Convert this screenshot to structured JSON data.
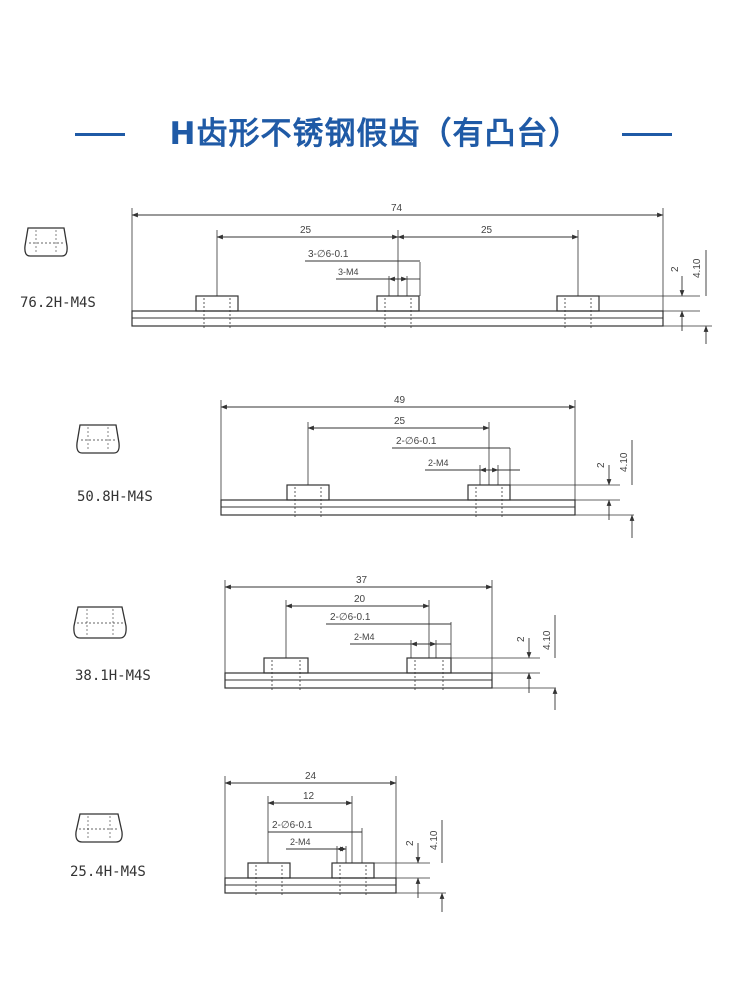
{
  "title": "H齿形不锈钢假齿（有凸台）",
  "colors": {
    "title": "#1f5aa6",
    "drawing": "#333333"
  },
  "parts": [
    {
      "model": "76.2H-M4S",
      "overall": "74",
      "pitch_left": "25",
      "pitch_right": "25",
      "holes": "3-∅6-0.1",
      "threads": "3-M4",
      "height_small": "2",
      "height_total": "4.10"
    },
    {
      "model": "50.8H-M4S",
      "overall": "49",
      "pitch": "25",
      "holes": "2-∅6-0.1",
      "threads": "2-M4",
      "height_small": "2",
      "height_total": "4.10"
    },
    {
      "model": "38.1H-M4S",
      "overall": "37",
      "pitch": "20",
      "holes": "2-∅6-0.1",
      "threads": "2-M4",
      "height_small": "2",
      "height_total": "4.10"
    },
    {
      "model": "25.4H-M4S",
      "overall": "24",
      "pitch": "12",
      "holes": "2-∅6-0.1",
      "threads": "2-M4",
      "height_small": "2",
      "height_total": "4.10"
    }
  ]
}
